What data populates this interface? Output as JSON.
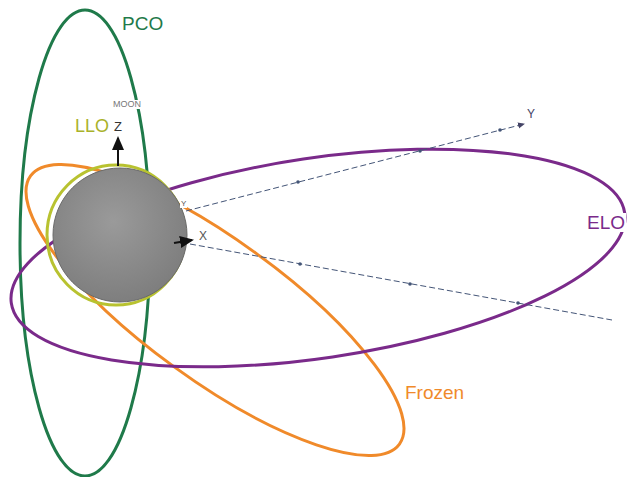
{
  "diagram": {
    "labels": [
      "PCO",
      "MOON",
      "Z",
      "LLO",
      "Y",
      "ELO",
      "Y",
      "X",
      "Frozen"
    ]
  }
}
